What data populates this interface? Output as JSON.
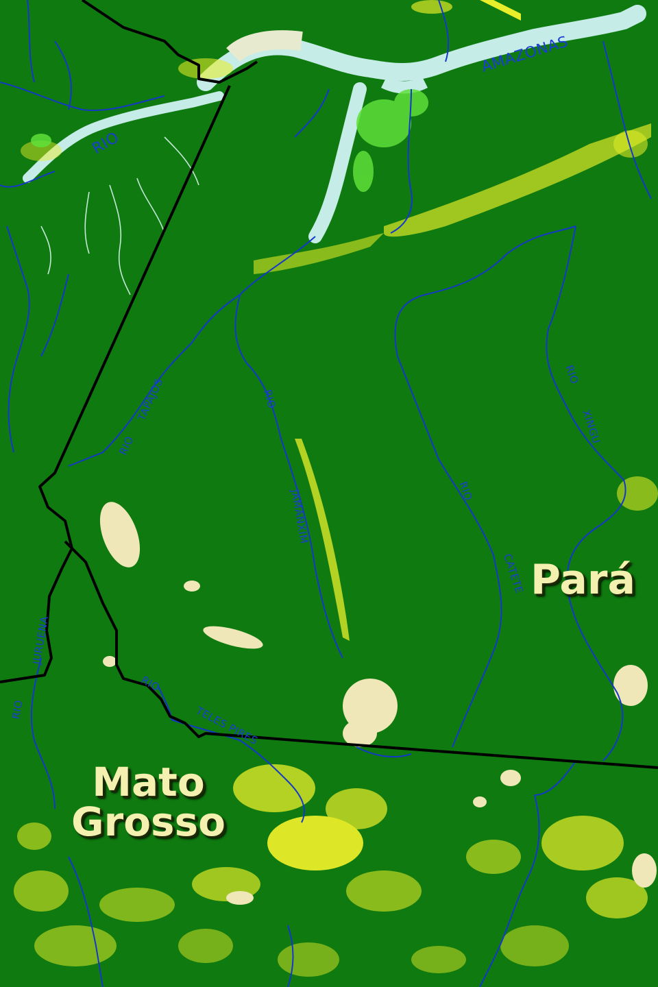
{
  "colors": {
    "forest": "#0f7a0f",
    "deforested": "#e9ee2a",
    "savanna": "#efe7b8",
    "regrowth": "#5fe03a",
    "river": "#1438c8",
    "wide_river": "#c6ece8",
    "border": "#000000",
    "label_text": "#f4f0b0"
  },
  "states": {
    "para": "Pará",
    "mato_grosso_line1": "Mato",
    "mato_grosso_line2": "Grosso"
  },
  "rivers": {
    "amazonas": "AMAZONAS",
    "rio_west": "RIO",
    "tapajos_rio": "RIO",
    "tapajos": "TAPAJOS",
    "jamanxim_rio": "RIO",
    "jamanxim": "JAMANXIM",
    "catete_rio": "RIO",
    "catete": "CATETE",
    "xingu_rio": "RIO",
    "xingu": "XINGU",
    "juruena": "JURUENA",
    "rio_juruena": "RIO",
    "teles_rio": "RIO",
    "teles_pires": "TELES PIRES"
  }
}
